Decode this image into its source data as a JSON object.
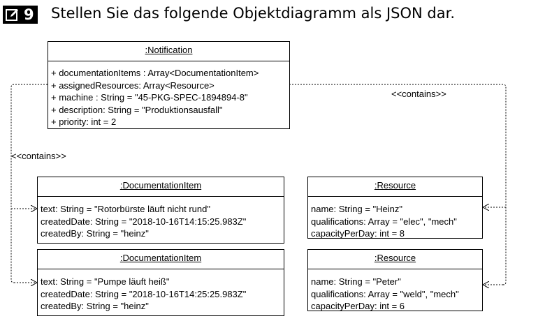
{
  "task": {
    "icon": "pencil-square-icon",
    "number": "9",
    "title": "Stellen Sie das folgende Objektdiagramm als JSON dar."
  },
  "notification": {
    "title": ":Notification",
    "attributes": [
      "+ documentationItems : Array<DocumentationItem>",
      "+ assignedResources: Array<Resource>",
      "+ machine : String = \"45-PKG-SPEC-1894894-8\"",
      "+ description: String = \"Produktionsausfall\"",
      "+ priority: int = 2"
    ]
  },
  "documentation_items": [
    {
      "title": ":DocumentationItem",
      "attributes": [
        "text: String = \"Rotorbürste läuft nicht rund\"",
        "createdDate: String = \"2018-10-16T14:15:25.983Z\"",
        "createdBy: String = \"heinz\""
      ]
    },
    {
      "title": ":DocumentationItem",
      "attributes": [
        "text: String = \"Pumpe läuft heiß\"",
        "createdDate: String = \"2018-10-16T14:25:25.983Z\"",
        "createdBy: String = \"heinz\""
      ]
    }
  ],
  "resources": [
    {
      "title": ":Resource",
      "attributes": [
        "name: String = \"Heinz\"",
        "qualifications: Array = \"elec\", \"mech\"",
        "capacityPerDay: int = 8"
      ]
    },
    {
      "title": ":Resource",
      "attributes": [
        "name: String = \"Peter\"",
        "qualifications: Array = \"weld\", \"mech\"",
        "capacityPerDay: int = 6"
      ]
    }
  ],
  "connector_labels": {
    "left": "<<contains>>",
    "right": "<<contains>>"
  }
}
